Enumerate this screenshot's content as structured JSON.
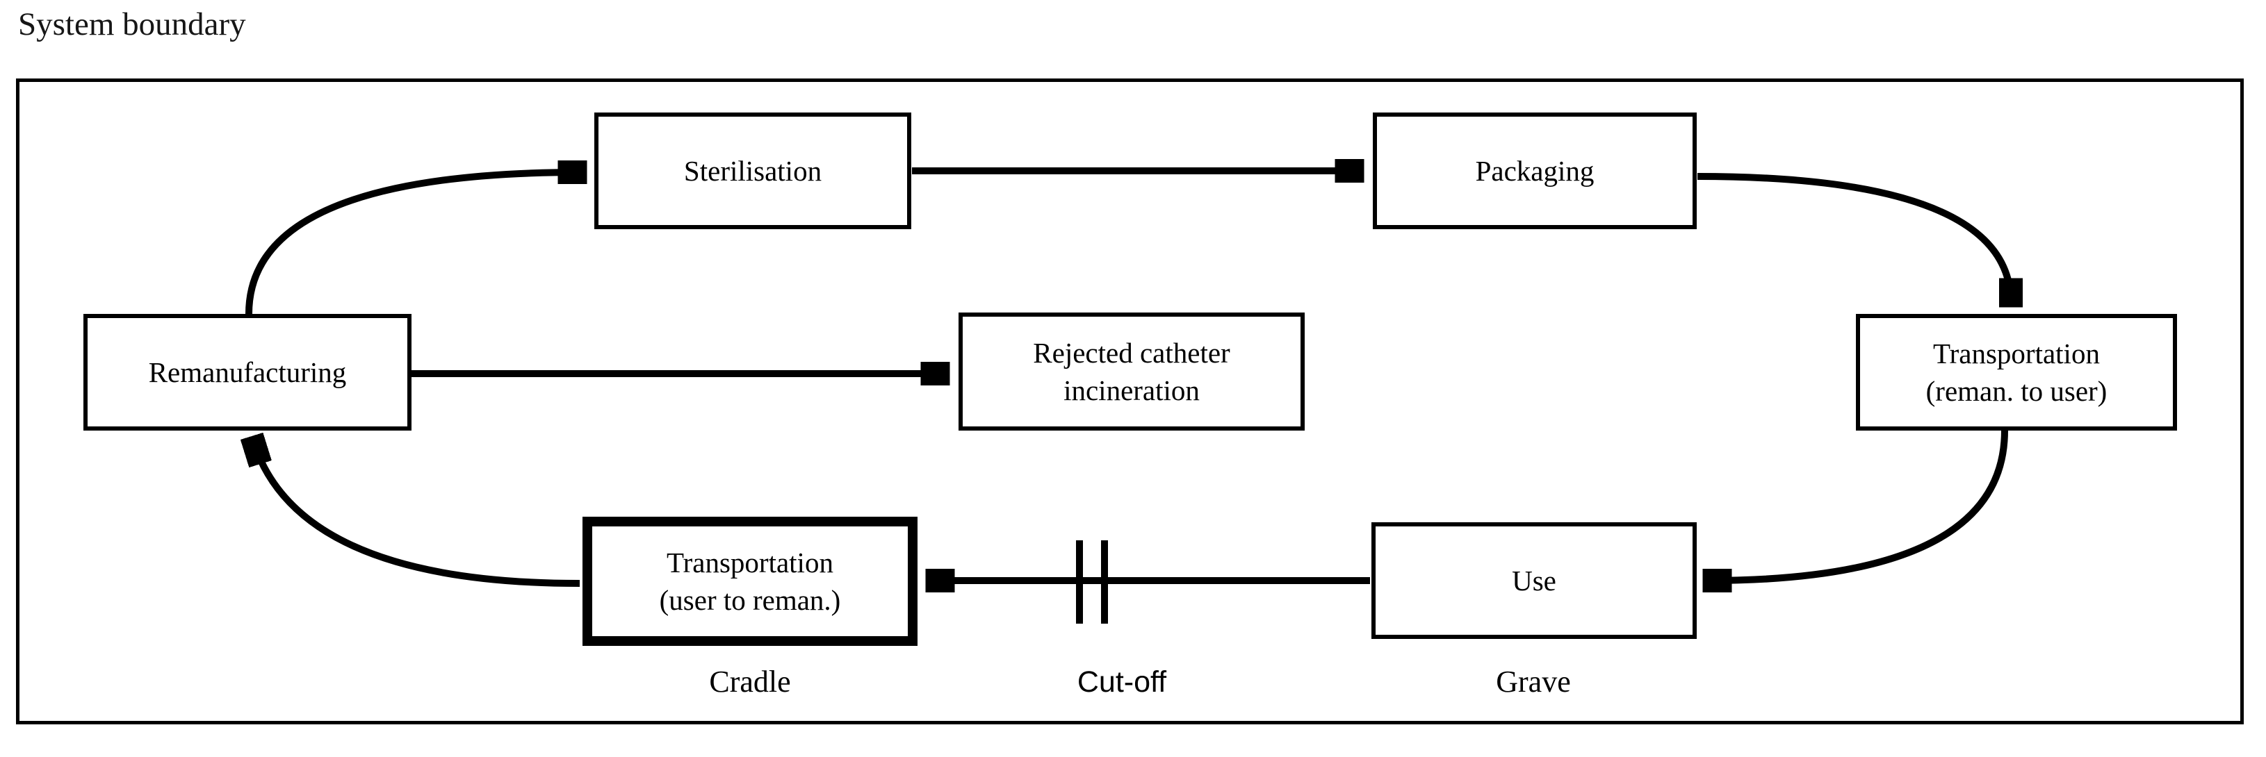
{
  "title": "System boundary",
  "colors": {
    "ink": "#000000",
    "paper": "#ffffff"
  },
  "diagram": {
    "nodes": [
      {
        "id": "remanufacturing",
        "label": "Remanufacturing",
        "emphasized": false
      },
      {
        "id": "sterilisation",
        "label": "Sterilisation",
        "emphasized": false
      },
      {
        "id": "packaging",
        "label": "Packaging",
        "emphasized": false
      },
      {
        "id": "rejected-catheter-incineration",
        "label": "Rejected catheter\nincineration",
        "emphasized": false
      },
      {
        "id": "transportation-reman-to-user",
        "label": "Transportation\n(reman. to user)",
        "emphasized": false
      },
      {
        "id": "use",
        "label": "Use",
        "emphasized": false
      },
      {
        "id": "transportation-user-to-reman",
        "label": "Transportation\n(user to reman.)",
        "emphasized": true
      }
    ],
    "edges": [
      {
        "from": "remanufacturing",
        "to": "sterilisation",
        "style": "curved"
      },
      {
        "from": "sterilisation",
        "to": "packaging",
        "style": "straight"
      },
      {
        "from": "packaging",
        "to": "transportation-reman-to-user",
        "style": "curved"
      },
      {
        "from": "transportation-reman-to-user",
        "to": "use",
        "style": "curved"
      },
      {
        "from": "use",
        "to": "transportation-user-to-reman",
        "style": "straight",
        "cut_off_marks": true
      },
      {
        "from": "transportation-user-to-reman",
        "to": "remanufacturing",
        "style": "curved"
      },
      {
        "from": "remanufacturing",
        "to": "rejected-catheter-incineration",
        "style": "straight"
      }
    ],
    "annotations": [
      {
        "id": "cradle",
        "text": "Cradle"
      },
      {
        "id": "cut-off",
        "text": "Cut-off"
      },
      {
        "id": "grave",
        "text": "Grave"
      }
    ]
  }
}
